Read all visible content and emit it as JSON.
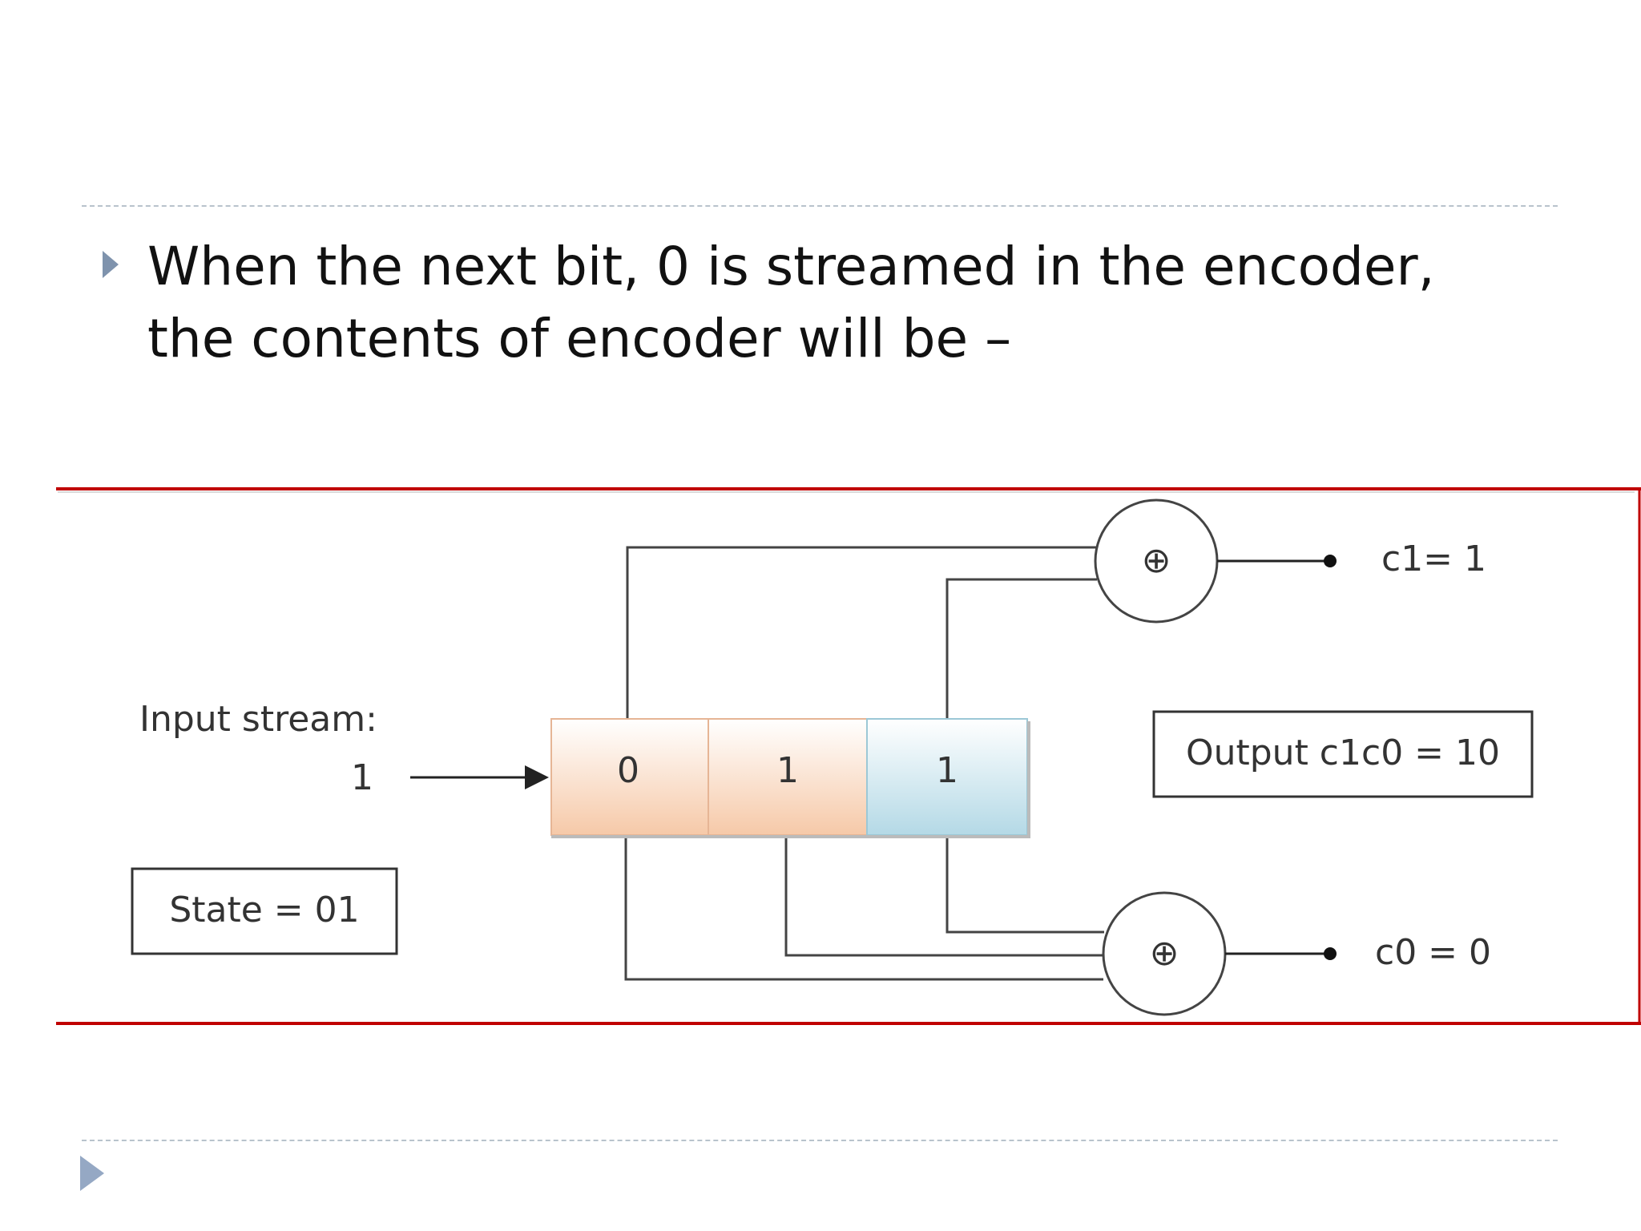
{
  "slide": {
    "text": "When the next bit, 0 is streamed in the encoder, the contents of encoder will be –"
  },
  "diagram": {
    "input_label": "Input stream:",
    "input_value": "1",
    "state_label": "State = 01",
    "register_cells": [
      "0",
      "1",
      "1"
    ],
    "xor_symbol": "⊕",
    "c1_label": "c1= 1",
    "c0_label": "c0 = 0",
    "output_label": "Output c1c0 = 10",
    "frame_color": "#c00000",
    "cell_colors": [
      "#f6c9a8",
      "#f6c9a8",
      "#b4d9e6"
    ]
  }
}
